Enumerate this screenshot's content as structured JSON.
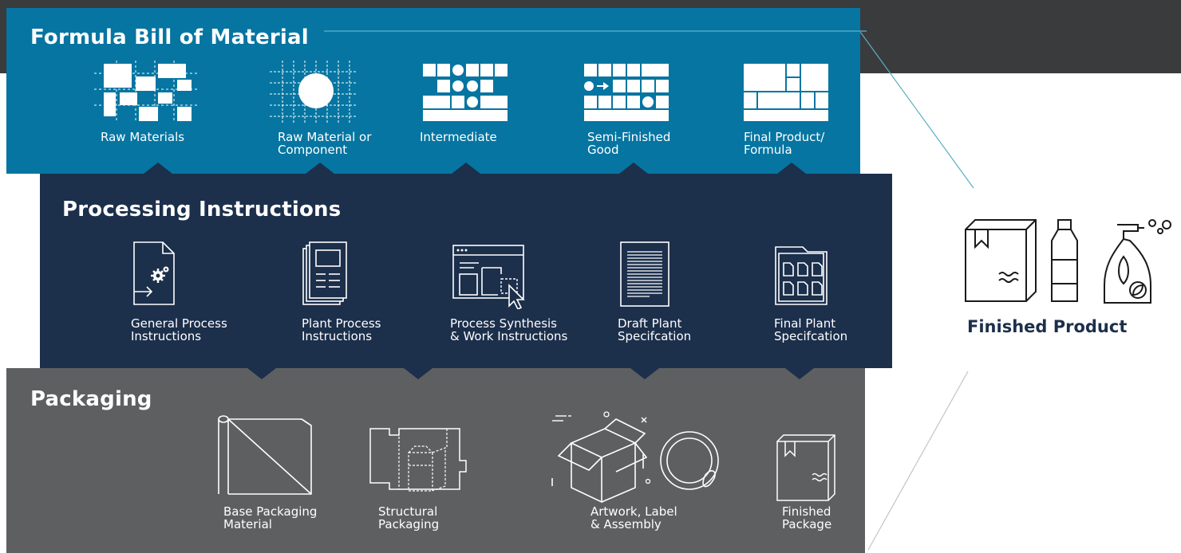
{
  "formula": {
    "title": "Formula Bill of Material",
    "items": [
      {
        "label1": "Raw Materials",
        "label2": "",
        "icon": "raw-materials-grid-icon"
      },
      {
        "label1": "Raw Material or",
        "label2": "Component",
        "icon": "component-grid-icon"
      },
      {
        "label1": "Intermediate",
        "label2": "",
        "icon": "intermediate-grid-icon"
      },
      {
        "label1": "Semi-Finished",
        "label2": "Good",
        "icon": "semi-finished-grid-icon"
      },
      {
        "label1": "Final Product/",
        "label2": "Formula",
        "icon": "final-product-grid-icon"
      }
    ]
  },
  "processing": {
    "title": "Processing Instructions",
    "items": [
      {
        "label1": "General Process",
        "label2": "Instructions",
        "icon": "gear-document-icon"
      },
      {
        "label1": "Plant Process",
        "label2": "Instructions",
        "icon": "stacked-documents-icon"
      },
      {
        "label1": "Process Synthesis",
        "label2": "& Work Instructions",
        "icon": "window-cursor-icon"
      },
      {
        "label1": "Draft Plant",
        "label2": "Specifcation",
        "icon": "lined-document-icon"
      },
      {
        "label1": "Final Plant",
        "label2": "Specifcation",
        "icon": "folder-documents-icon"
      }
    ]
  },
  "packaging": {
    "title": "Packaging",
    "items": [
      {
        "label1": "Base Packaging",
        "label2": "Material",
        "icon": "paper-roll-icon"
      },
      {
        "label1": "Structural",
        "label2": "Packaging",
        "icon": "box-dieline-icon"
      },
      {
        "label1": "Artwork, Label",
        "label2": "& Assembly",
        "icon": "box-sticker-icon"
      },
      {
        "label1": "Finished",
        "label2": "Package",
        "icon": "package-icon"
      }
    ]
  },
  "finished_product": {
    "title": "Finished Product",
    "icons": [
      "package-icon",
      "bottle-icon",
      "spray-bottle-icon"
    ]
  },
  "colors": {
    "formula_bg": "#0675a1",
    "processing_bg": "#1c2f4b",
    "packaging_bg": "#5e5f61",
    "header_band": "#3a3b3d",
    "finished_title": "#1c2f4b"
  }
}
